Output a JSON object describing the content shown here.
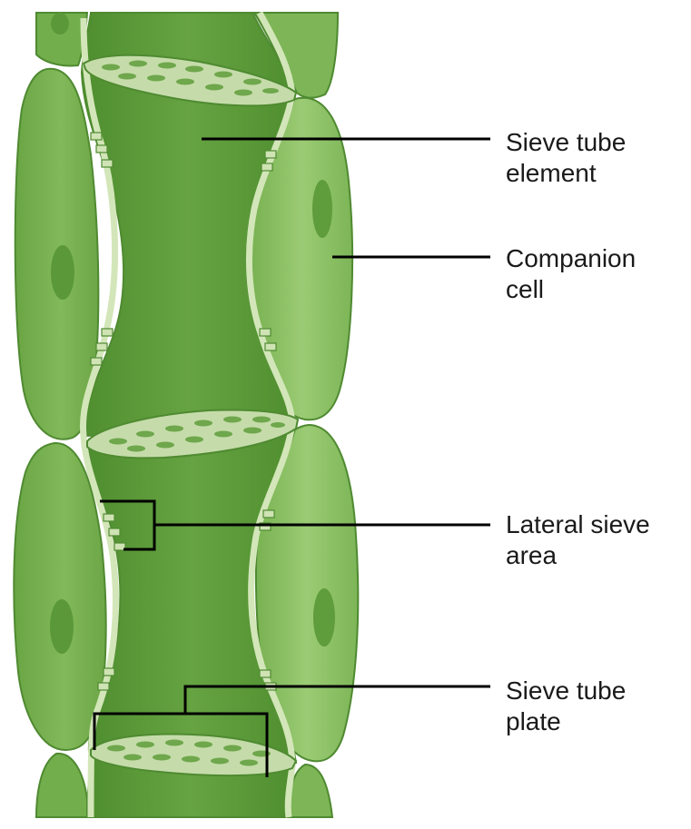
{
  "diagram": {
    "palette": {
      "cell_dark": "#5e9a3c",
      "cell_mid": "#72ad4a",
      "cell_light": "#9acb72",
      "tube_interior": "#5a9836",
      "wall": "#cfe3b4",
      "wall_edge": "#4f8a31",
      "plate": "#c5dcaa",
      "pore": "#6fa74c",
      "nucleus": "#5a983a",
      "leader": "#000000"
    },
    "labels": [
      {
        "id": "sieve-tube-element",
        "lines": [
          "Sieve tube",
          "element"
        ]
      },
      {
        "id": "companion-cell",
        "lines": [
          "Companion",
          "cell"
        ]
      },
      {
        "id": "lateral-sieve-area",
        "lines": [
          "Lateral sieve",
          "area"
        ]
      },
      {
        "id": "sieve-tube-plate",
        "lines": [
          "Sieve tube",
          "plate"
        ]
      }
    ]
  }
}
